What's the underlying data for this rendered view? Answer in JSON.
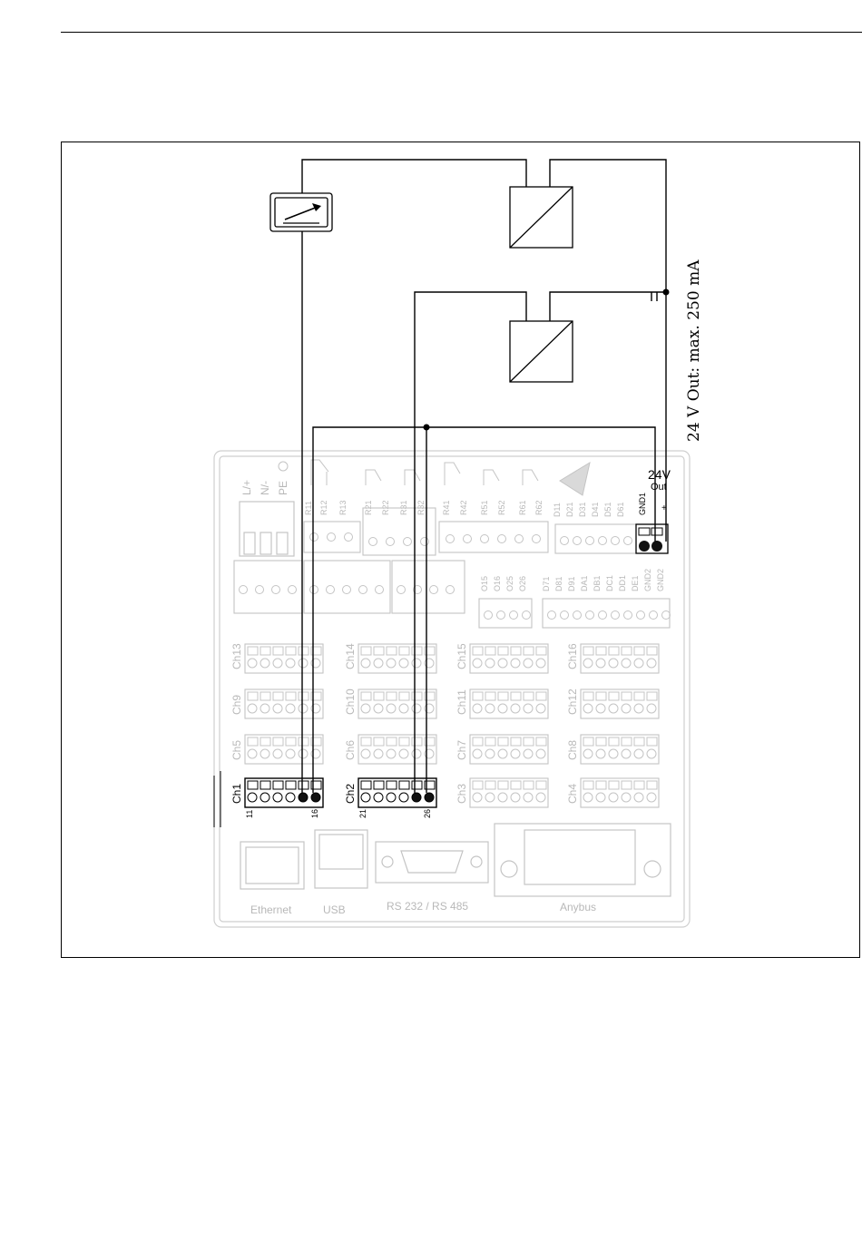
{
  "supply": {
    "label": "24 V Out: max. 250 mA",
    "terminal_label": "24V",
    "terminal_sub": "Out",
    "gnd_label": "GND1",
    "plus_label": "+"
  },
  "power": {
    "labels": [
      "L/+",
      "N/-",
      "PE"
    ]
  },
  "relays": {
    "labels": [
      "R11",
      "R12",
      "R13",
      "R21",
      "R22",
      "R31",
      "R32",
      "R41",
      "R42",
      "R51",
      "R52",
      "R61",
      "R62"
    ]
  },
  "digital": {
    "top_labels": [
      "D11",
      "D21",
      "D31",
      "D41",
      "D51",
      "D61"
    ],
    "lower_left": [
      "O15",
      "O16",
      "O25",
      "O26"
    ],
    "lower_right": [
      "D71",
      "D81",
      "D91",
      "DA1",
      "DB1",
      "DC1",
      "DD1",
      "DE1",
      "GND2",
      "GND2"
    ]
  },
  "channels": {
    "grid": [
      [
        "Ch13",
        "Ch14",
        "Ch15",
        "Ch16"
      ],
      [
        "Ch9",
        "Ch10",
        "Ch11",
        "Ch12"
      ],
      [
        "Ch5",
        "Ch6",
        "Ch7",
        "Ch8"
      ],
      [
        "Ch1",
        "Ch2",
        "Ch3",
        "Ch4"
      ]
    ],
    "ch1_pins": [
      "11",
      "16"
    ],
    "ch2_pins": [
      "21",
      "26"
    ]
  },
  "ports": {
    "ethernet": "Ethernet",
    "usb": "USB",
    "serial": "RS 232 / RS 485",
    "anybus": "Anybus"
  }
}
